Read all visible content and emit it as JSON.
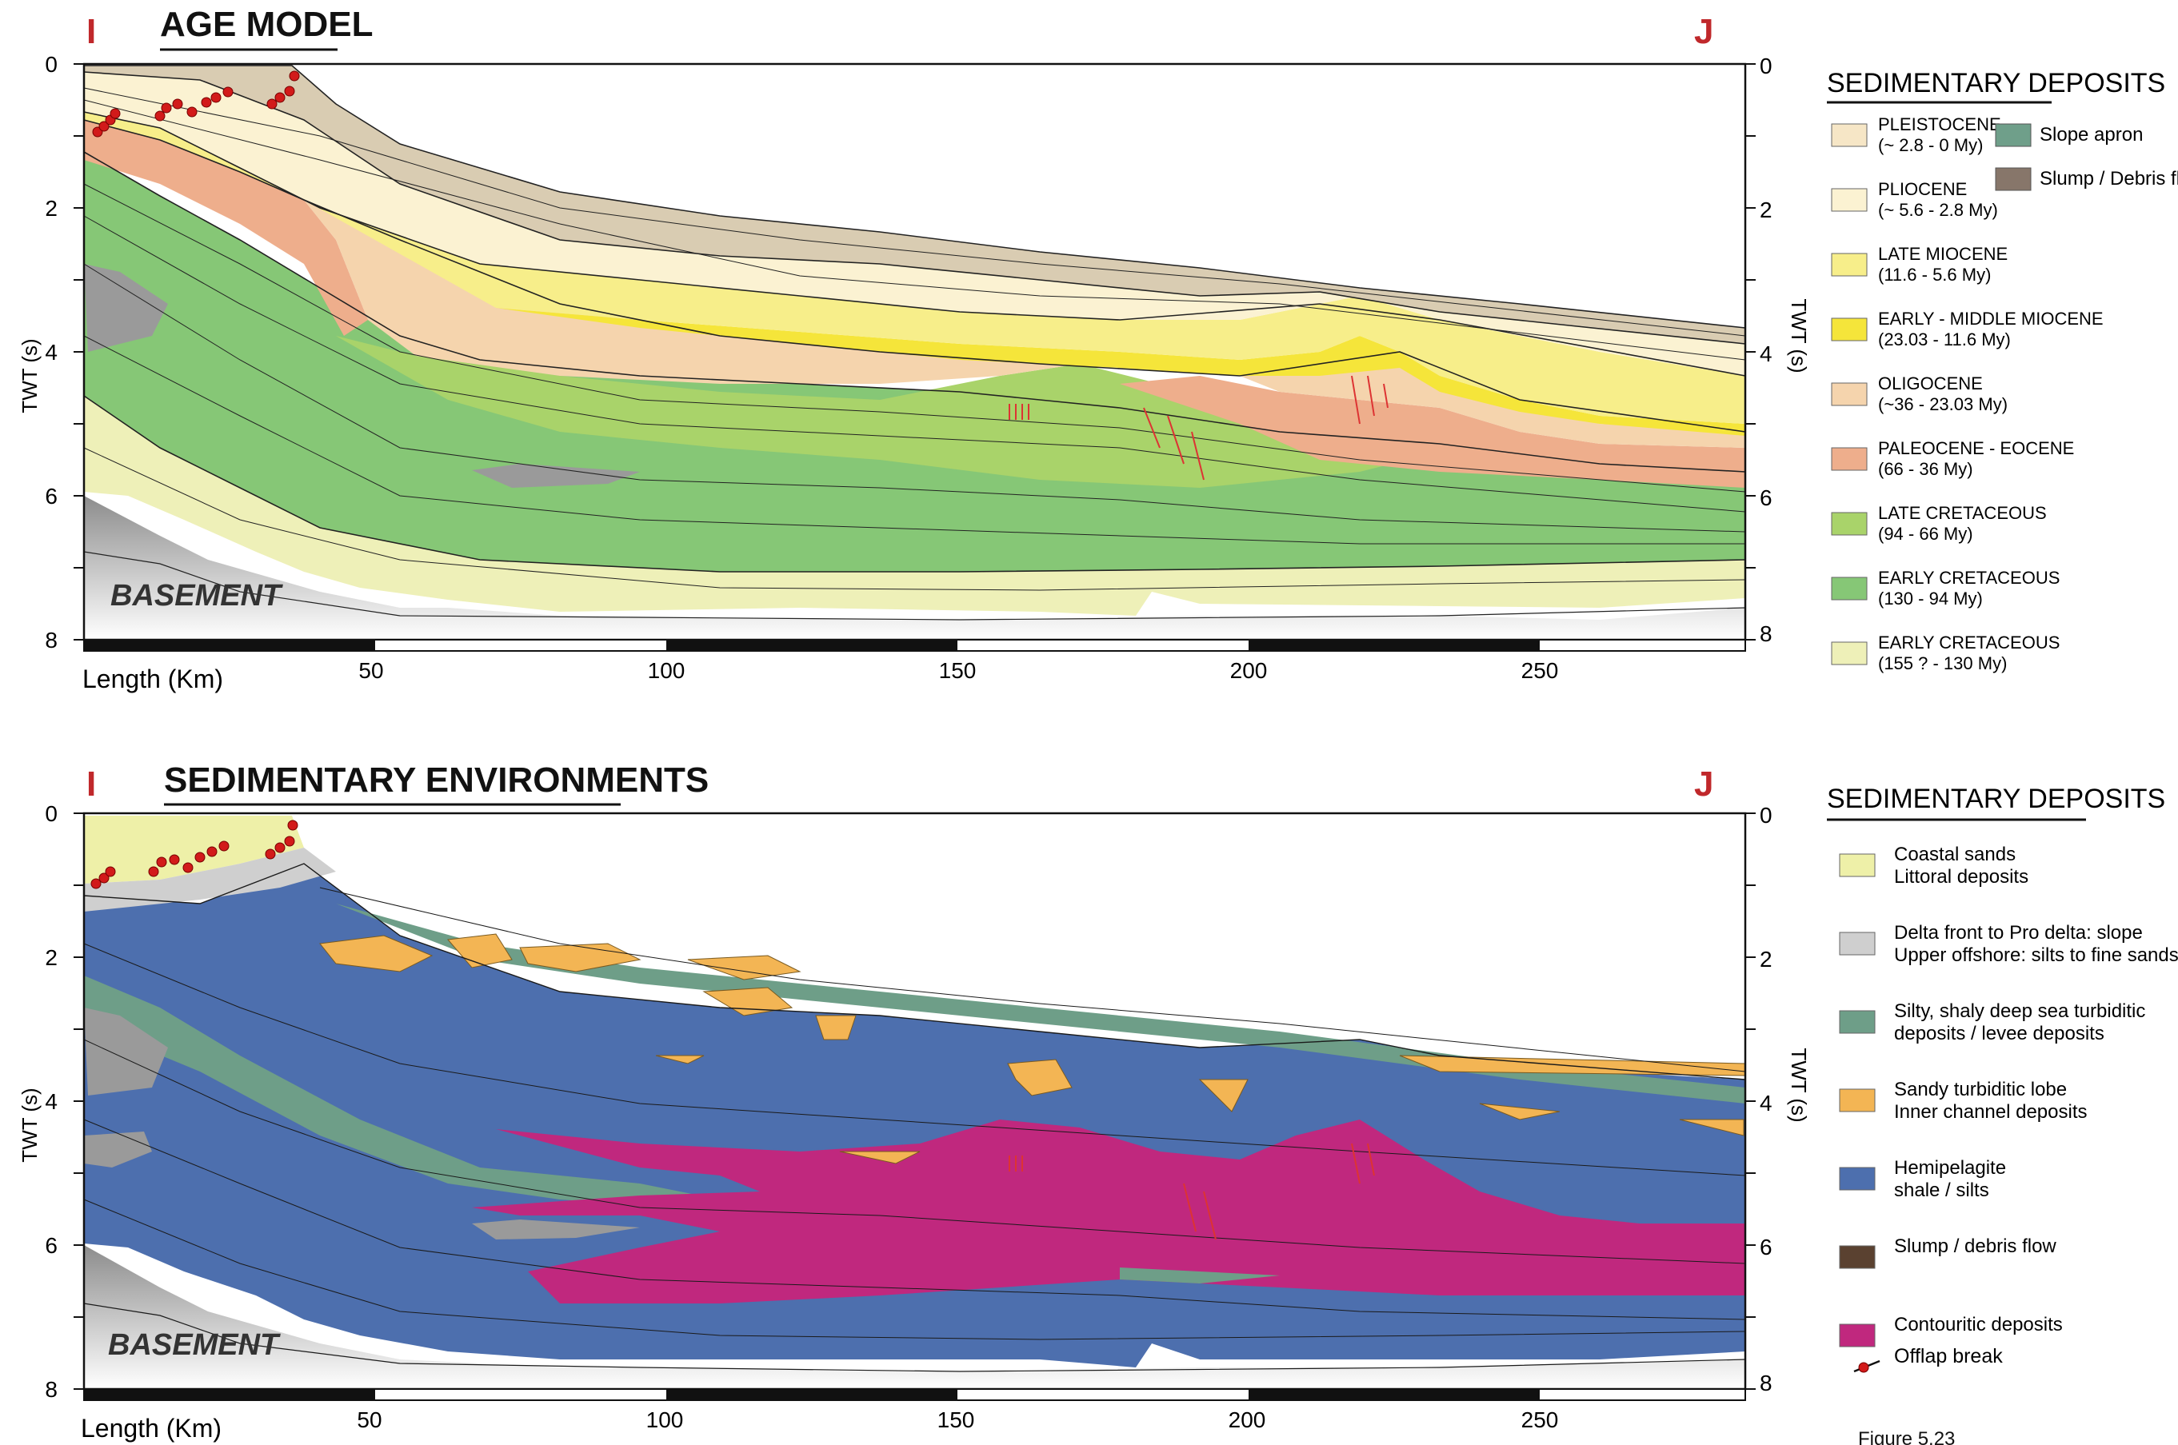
{
  "panels": [
    {
      "id": "age",
      "section_start": "I",
      "section_end": "J",
      "title": "AGE MODEL",
      "y_axis_label_left": "TWT (s)",
      "y_axis_label_right": "TWT (s)",
      "y_ticks": [
        "0",
        "2",
        "4",
        "6",
        "8"
      ],
      "x_axis_label": "Length (Km)",
      "x_ticks": [
        "50",
        "100",
        "150",
        "200",
        "250"
      ],
      "basement_label": "BASEMENT",
      "legend_title": "SEDIMENTARY DEPOSITS",
      "legend": [
        {
          "line1": "PLEISTOCENE",
          "line2": "(~ 2.8 - 0 My)",
          "color": "#f6e6c6"
        },
        {
          "line1": "PLIOCENE",
          "line2": "(~ 5.6 - 2.8 My)",
          "color": "#fbf2d2"
        },
        {
          "line1": "LATE MIOCENE",
          "line2": "(11.6 - 5.6 My)",
          "color": "#f7ee8a"
        },
        {
          "line1": "EARLY  -  MIDDLE MIOCENE",
          "line2": "(23.03 - 11.6 My)",
          "color": "#f5e53a"
        },
        {
          "line1": "OLIGOCENE",
          "line2": "(~36 - 23.03 My)",
          "color": "#f5d4ad"
        },
        {
          "line1": "PALEOCENE - EOCENE",
          "line2": "(66 - 36 My)",
          "color": "#eeae8c"
        },
        {
          "line1": "LATE CRETACEOUS",
          "line2": "(94 - 66 My)",
          "color": "#a9d36a"
        },
        {
          "line1": "EARLY CRETACEOUS",
          "line2": "(130 - 94 My)",
          "color": "#86c776"
        },
        {
          "line1": "EARLY CRETACEOUS",
          "line2": "(155 ? - 130 My)",
          "color": "#eef0b8"
        }
      ],
      "legend_extra": [
        {
          "line1": "Slope apron",
          "color": "#6f9f8a"
        },
        {
          "line1": "Slump / Debris flow",
          "color": "#87766a"
        }
      ]
    },
    {
      "id": "env",
      "section_start": "I",
      "section_end": "J",
      "title": "SEDIMENTARY ENVIRONMENTS",
      "y_axis_label_left": "TWT (s)",
      "y_axis_label_right": "TWT (s)",
      "y_ticks": [
        "0",
        "2",
        "4",
        "6",
        "8"
      ],
      "x_axis_label": "Length (Km)",
      "x_ticks": [
        "50",
        "100",
        "150",
        "200",
        "250"
      ],
      "basement_label": "BASEMENT",
      "legend_title": "SEDIMENTARY DEPOSITS",
      "legend": [
        {
          "line1": "Coastal sands",
          "line2": "Littoral deposits",
          "color": "#eef0a8"
        },
        {
          "line1": "Delta front to Pro delta: slope",
          "line2": "Upper offshore: silts to fine sands",
          "color": "#cfcfcf"
        },
        {
          "line1": "Silty, shaly deep sea turbiditic",
          "line2": "deposits / levee deposits",
          "color": "#6e9e88"
        },
        {
          "line1": "Sandy turbiditic lobe",
          "line2": "Inner channel deposits",
          "color": "#f3b554"
        },
        {
          "line1": "Hemipelagite",
          "line2": " shale / silts",
          "color": "#4d6fae"
        },
        {
          "line1": "Slump / debris flow",
          "line2": "",
          "color": "#5a4130"
        },
        {
          "line1": "Contouritic deposits",
          "line2": "",
          "color": "#c0287e"
        }
      ],
      "offlap_label": "Offlap break"
    }
  ],
  "figure_caption": "Figure 5.23",
  "colors": {
    "offlap_marker": "#d21a1a",
    "section_letter": "#c0282b",
    "basement_gray": "#9a9a9a"
  }
}
